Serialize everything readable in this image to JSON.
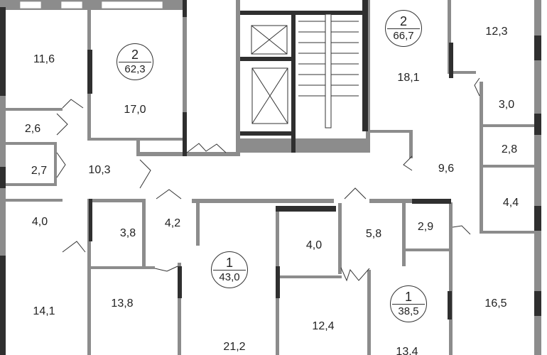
{
  "colors": {
    "wall": "#8c8c8c",
    "bearing_wall": "#2f2f2f",
    "background": "#ffffff"
  },
  "apartments": [
    {
      "rooms": "2",
      "area": "62,3"
    },
    {
      "rooms": "2",
      "area": "66,7"
    },
    {
      "rooms": "1",
      "area": "43,0"
    },
    {
      "rooms": "1",
      "area": "38,5"
    }
  ],
  "rooms": [
    "11,6",
    "17,0",
    "2,6",
    "2,7",
    "10,3",
    "4,0",
    "3,8",
    "4,2",
    "14,1",
    "13,8",
    "21,2",
    "12,4",
    "13,4",
    "5,8",
    "2,9",
    "4,0",
    "16,5",
    "4,4",
    "9,6",
    "2,8",
    "3,0",
    "18,1",
    "12,3"
  ]
}
